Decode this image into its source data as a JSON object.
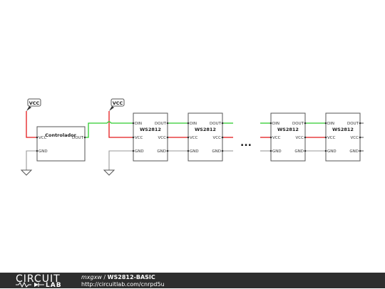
{
  "schematic": {
    "vcc_label": "VCC",
    "controller": {
      "name": "Controlador",
      "pin_vcc": "VCC",
      "pin_gnd": "GND",
      "pin_dout": "DOUT"
    },
    "chip": {
      "name": "WS2812",
      "pin_din": "DIN",
      "pin_dout": "DOUT",
      "pin_vcc": "VCC",
      "pin_gnd": "GND"
    },
    "ellipsis": "..."
  },
  "colors": {
    "vcc_wire": "#e41a1c",
    "data_wire": "#2ecc2e",
    "gnd_wire": "#999999",
    "outline": "#555555"
  },
  "footer": {
    "logo_top": "CIRCUIT",
    "logo_bottom": "LAB",
    "author": "mxgxw",
    "separator": " / ",
    "title": "WS2812-BASIC",
    "url": "http://circuitlab.com/cnrpd5u"
  }
}
